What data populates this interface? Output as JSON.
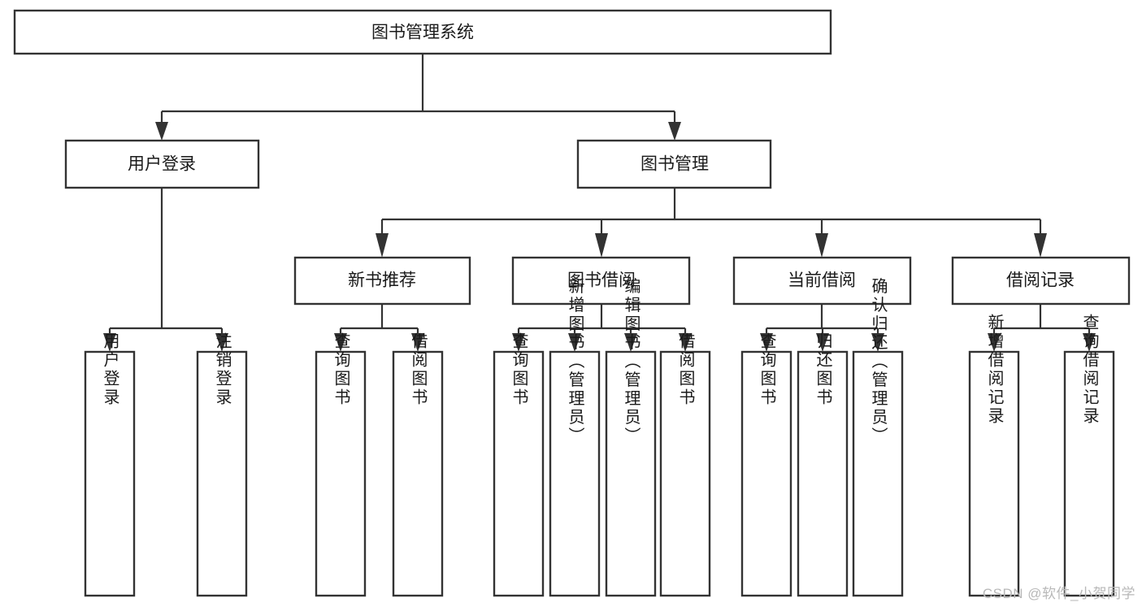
{
  "diagram": {
    "title": "图书管理系统",
    "type": "tree-hierarchy-chart",
    "colors": {
      "box_stroke": "#333333",
      "box_fill": "#ffffff",
      "connector": "#333333",
      "text": "#1a1a1a",
      "watermark": "#b8b8b8",
      "background": "#ffffff"
    },
    "root": {
      "label": "图书管理系统"
    },
    "level2": [
      {
        "label": "用户登录"
      },
      {
        "label": "图书管理"
      }
    ],
    "level3": [
      {
        "label": "新书推荐"
      },
      {
        "label": "图书借阅"
      },
      {
        "label": "当前借阅"
      },
      {
        "label": "借阅记录"
      }
    ],
    "leaves": {
      "user_login": [
        {
          "label": "用户登录"
        },
        {
          "label": "注销登录"
        }
      ],
      "new_book_recommend": [
        {
          "label": "查询图书"
        },
        {
          "label": "借阅图书"
        }
      ],
      "book_borrow": [
        {
          "label": "查询图书"
        },
        {
          "label": "新增图书（管理员）"
        },
        {
          "label": "编辑图书（管理员）"
        },
        {
          "label": "借阅图书"
        }
      ],
      "current_borrow": [
        {
          "label": "查询图书"
        },
        {
          "label": "归还图书"
        },
        {
          "label": "确认归还（管理员）"
        }
      ],
      "borrow_records": [
        {
          "label": "新增借阅记录"
        },
        {
          "label": "查询借阅记录"
        }
      ]
    }
  },
  "watermark": {
    "text": "CSDN @软件_小贺同学"
  }
}
